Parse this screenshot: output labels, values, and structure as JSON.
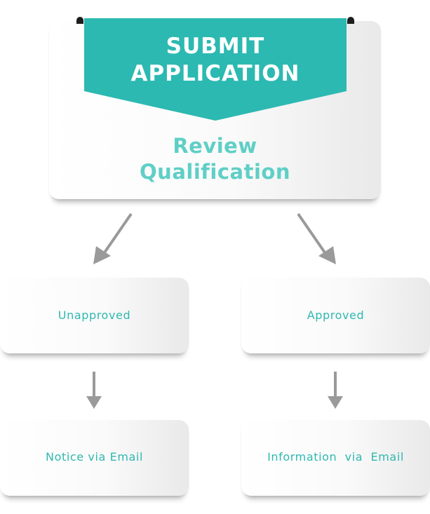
{
  "diagram": {
    "banner_line1": "SUBMIT",
    "banner_line2": "APPLICATION",
    "review_line1": "Review",
    "review_line2": "Qualification",
    "nodes": {
      "unapproved": "Unapproved",
      "approved": "Approved",
      "notice": "Notice via Email",
      "information": "Information  via  Email"
    }
  },
  "colors": {
    "teal": "#2cb9b1",
    "review_text": "#5fcfc6",
    "node_text": "#2fb8b0",
    "arrow": "#9a9a9a"
  }
}
